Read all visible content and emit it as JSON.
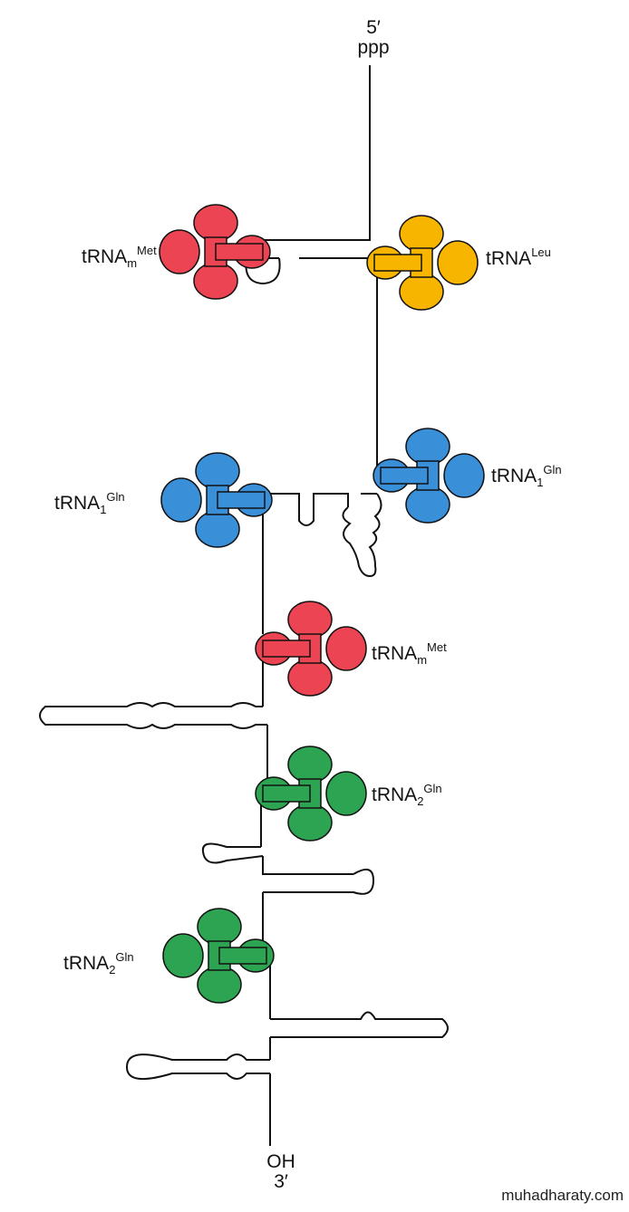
{
  "ends": {
    "five_prime": {
      "line1": "5′",
      "line2": "ppp"
    },
    "three_prime": {
      "line1": "OH",
      "line2": "3′"
    }
  },
  "colors": {
    "met": "#ec4452",
    "leu": "#f7b500",
    "gln1": "#3a8fd9",
    "gln2": "#2ca452",
    "line": "#111111"
  },
  "trnas": [
    {
      "id": "met-top",
      "base": "tRNA",
      "sub": "m",
      "sup": "Met",
      "color_key": "met",
      "side": "left"
    },
    {
      "id": "leu",
      "base": "tRNA",
      "sub": "",
      "sup": "Leu",
      "color_key": "leu",
      "side": "right"
    },
    {
      "id": "gln1-right",
      "base": "tRNA",
      "sub": "1",
      "sup": "Gln",
      "color_key": "gln1",
      "side": "right"
    },
    {
      "id": "gln1-left",
      "base": "tRNA",
      "sub": "1",
      "sup": "Gln",
      "color_key": "gln1",
      "side": "left"
    },
    {
      "id": "met-mid",
      "base": "tRNA",
      "sub": "m",
      "sup": "Met",
      "color_key": "met",
      "side": "right"
    },
    {
      "id": "gln2-upper",
      "base": "tRNA",
      "sub": "2",
      "sup": "Gln",
      "color_key": "gln2",
      "side": "right"
    },
    {
      "id": "gln2-lower",
      "base": "tRNA",
      "sub": "2",
      "sup": "Gln",
      "color_key": "gln2",
      "side": "left"
    }
  ],
  "watermark": "muhadharaty.com"
}
